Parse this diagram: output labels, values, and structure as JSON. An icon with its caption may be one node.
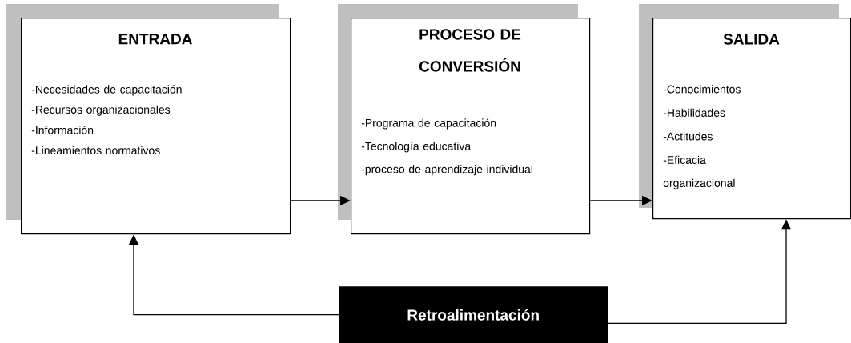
{
  "diagram": {
    "nodes": [
      {
        "text": [
          "ENTRADA",
          "-Necesidades de capacitación",
          "-Recursos organizacionales",
          "-Información",
          "-Lineamientos normativos"
        ]
      },
      {
        "text": [
          "PROCESO DE CONVERSIÓN",
          "-Programa de capacitación",
          "-Tecnología educativa",
          "-proceso de aprendizaje individual"
        ]
      },
      {
        "text": [
          "SALIDA",
          "-Conocimientos",
          "-Habilidades",
          "-Actitudes",
          "-Eficacia organizacional"
        ]
      },
      {
        "text": [
          "Retroalimentación"
        ]
      }
    ],
    "edges": [
      {
        "from": 0,
        "to": 1,
        "arrow": "to"
      },
      {
        "from": 1,
        "to": 2,
        "arrow": "to"
      },
      {
        "from": 3,
        "to": 0,
        "arrow": "to"
      },
      {
        "from": 3,
        "to": 2,
        "arrow": "to"
      }
    ]
  }
}
